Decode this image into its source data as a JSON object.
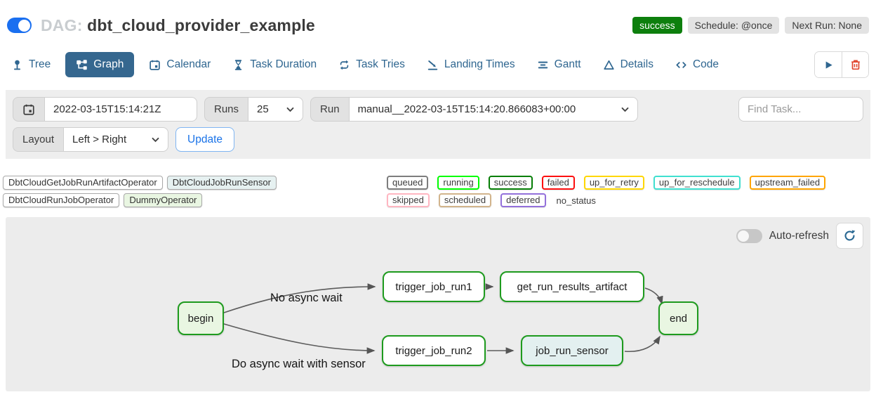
{
  "header": {
    "title_prefix": "DAG:",
    "title": "dbt_cloud_provider_example",
    "badges": {
      "status": "success",
      "schedule": "Schedule: @once",
      "next_run": "Next Run: None"
    }
  },
  "tabs": {
    "items": [
      {
        "label": "Tree"
      },
      {
        "label": "Graph",
        "active": true
      },
      {
        "label": "Calendar"
      },
      {
        "label": "Task Duration"
      },
      {
        "label": "Task Tries"
      },
      {
        "label": "Landing Times"
      },
      {
        "label": "Gantt"
      },
      {
        "label": "Details"
      },
      {
        "label": "Code"
      }
    ]
  },
  "filters": {
    "execution_date": "2022-03-15T15:14:21Z",
    "runs_label": "Runs",
    "runs_value": "25",
    "run_label": "Run",
    "run_value": "manual__2022-03-15T15:14:20.866083+00:00",
    "find_task_placeholder": "Find Task...",
    "layout_label": "Layout",
    "layout_value": "Left > Right",
    "update_button": "Update"
  },
  "legend": {
    "operators": [
      {
        "label": "DbtCloudGetJobRunArtifactOperator",
        "fill": "#ffffff"
      },
      {
        "label": "DbtCloudJobRunSensor",
        "fill": "#e6f1f1"
      },
      {
        "label": "DbtCloudRunJobOperator",
        "fill": "#ffffff"
      },
      {
        "label": "DummyOperator",
        "fill": "#e9f6e2"
      }
    ],
    "statuses": [
      {
        "label": "queued",
        "color": "#7d7d7d"
      },
      {
        "label": "running",
        "color": "#00ff00"
      },
      {
        "label": "success",
        "color": "#067e06"
      },
      {
        "label": "failed",
        "color": "#fd0f0f"
      },
      {
        "label": "up_for_retry",
        "color": "#ffd700"
      },
      {
        "label": "up_for_reschedule",
        "color": "#40e0d0"
      },
      {
        "label": "upstream_failed",
        "color": "#ffa500"
      },
      {
        "label": "skipped",
        "color": "#ffb6c1"
      },
      {
        "label": "scheduled",
        "color": "#d2b48c"
      },
      {
        "label": "deferred",
        "color": "#9370db"
      }
    ],
    "no_status": "no_status"
  },
  "graph": {
    "auto_refresh_label": "Auto-refresh",
    "nodes": [
      {
        "label": "begin",
        "fill": "#e9f6e2"
      },
      {
        "label": "trigger_job_run1",
        "fill": "#ffffff"
      },
      {
        "label": "get_run_results_artifact",
        "fill": "#ffffff"
      },
      {
        "label": "end",
        "fill": "#e9f6e2"
      },
      {
        "label": "trigger_job_run2",
        "fill": "#ffffff"
      },
      {
        "label": "job_run_sensor",
        "fill": "#e3f0f0"
      }
    ],
    "edge_labels": [
      {
        "text": "No async wait"
      },
      {
        "text": "Do async wait with sensor"
      }
    ]
  },
  "colors": {
    "accent_blue": "#1a73e8",
    "toggle_on_blue": "#1a6ff0",
    "tab_active_bg": "#35678f",
    "tab_link": "#2f6690",
    "success_badge_bg": "#0d7f0d",
    "node_border_green": "#1e9b1e",
    "trash_red": "#e0442c",
    "edge_gray": "#5c5c5c",
    "panel_gray": "#ececec"
  }
}
